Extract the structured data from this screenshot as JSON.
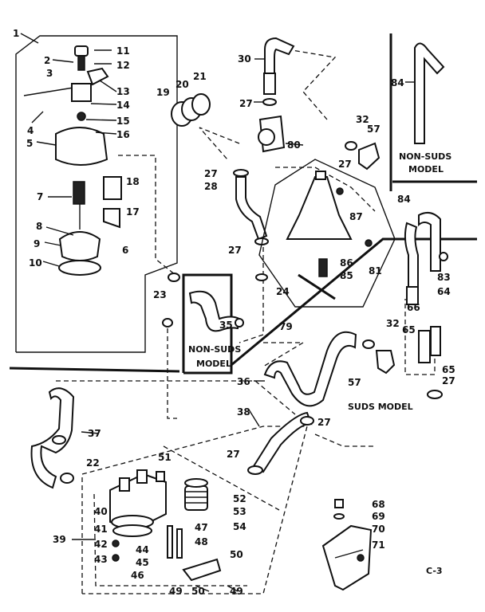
{
  "diagram": {
    "captions": {
      "nonsuds_top": [
        "NON-SUDS",
        "MODEL"
      ],
      "nonsuds_mid": [
        "NON-SUDS",
        "MODEL"
      ],
      "suds": "SUDS MODEL",
      "page_code": "C-3"
    },
    "callouts": [
      "1",
      "2",
      "3",
      "4",
      "5",
      "6",
      "7",
      "8",
      "9",
      "10",
      "11",
      "12",
      "13",
      "14",
      "15",
      "16",
      "17",
      "18",
      "19",
      "20",
      "21",
      "22",
      "23",
      "24",
      "27",
      "27",
      "27",
      "27",
      "27",
      "27",
      "27",
      "28",
      "30",
      "32",
      "32",
      "35",
      "36",
      "37",
      "38",
      "39",
      "40",
      "41",
      "42",
      "43",
      "44",
      "45",
      "46",
      "47",
      "48",
      "49",
      "49",
      "50",
      "50",
      "51",
      "52",
      "53",
      "54",
      "57",
      "57",
      "64",
      "65",
      "65",
      "66",
      "68",
      "69",
      "70",
      "71",
      "79",
      "80",
      "81",
      "83",
      "84",
      "84",
      "85",
      "86",
      "87"
    ]
  }
}
